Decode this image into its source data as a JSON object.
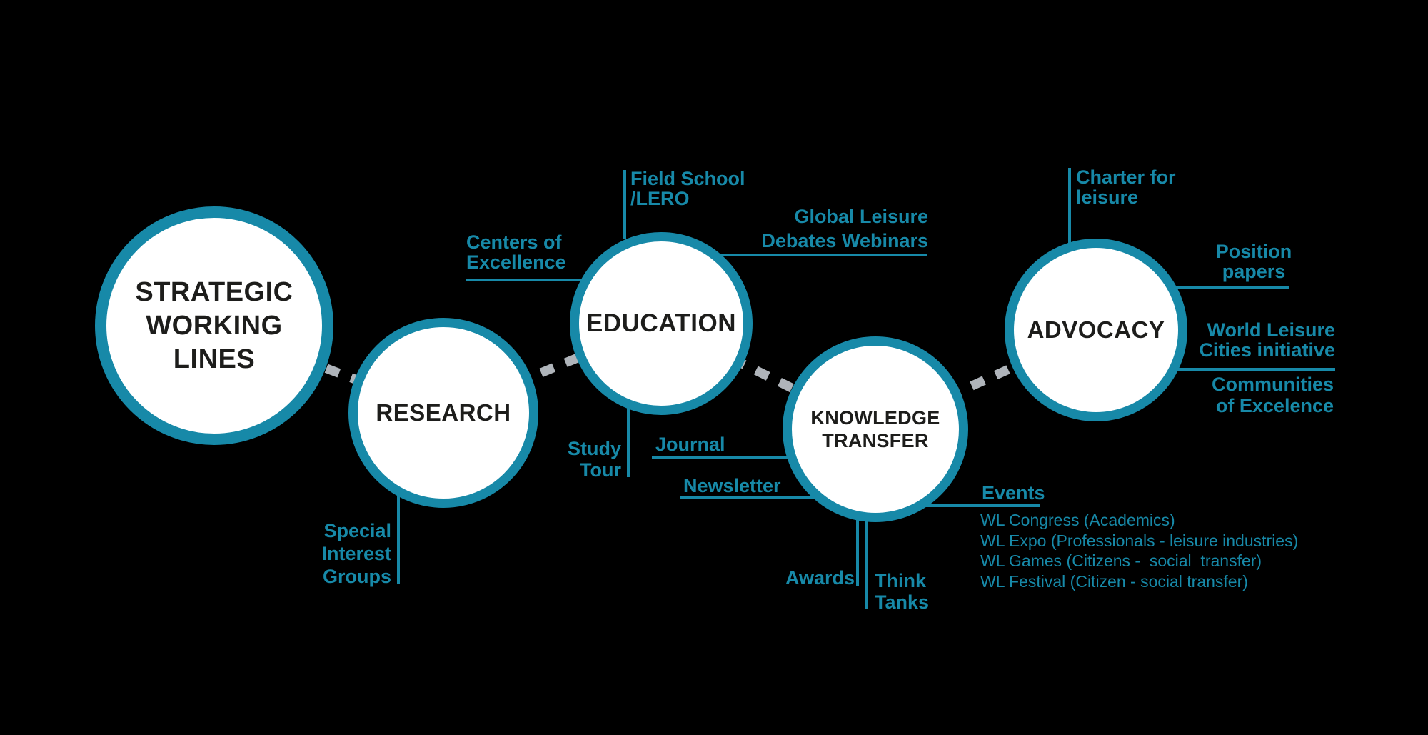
{
  "diagram_title": "STRATEGIC\nWORKING\nLINES",
  "colors": {
    "background": "#000000",
    "accent_teal": "#1789a8",
    "connector_gray": "#afb4ba",
    "circle_fill": "#ffffff",
    "title_text": "#1d1d1b"
  },
  "circles": {
    "strategic": {
      "label": "STRATEGIC\nWORKING\nLINES"
    },
    "research": {
      "label": "RESEARCH"
    },
    "education": {
      "label": "EDUCATION"
    },
    "knowledge_transfer": {
      "label": "KNOWLEDGE\nTRANSFER"
    },
    "advocacy": {
      "label": "ADVOCACY"
    }
  },
  "labels": {
    "centers_of_excellence": "Centers of\nExcellence",
    "field_school": "Field School\n/LERO",
    "global_leisure_debates": "Global Leisure\nDebates Webinars",
    "study_tour": "Study\nTour",
    "journal": "Journal",
    "newsletter": "Newsletter",
    "special_interest_groups": "Special\nInterest\nGroups",
    "awards": "Awards",
    "think_tanks": "Think\nTanks",
    "events": "Events",
    "charter_for_leisure": "Charter for\nleisure",
    "position_papers": "Position\npapers",
    "world_leisure_cities": "World Leisure\nCities initiative",
    "communities_of_excelence": "Communities\nof Excelence"
  },
  "events_list": [
    "WL Congress (Academics)",
    "WL Expo (Professionals - leisure industries)",
    "WL Games (Citizens -  social  transfer)",
    "WL Festival (Citizen - social transfer)"
  ]
}
